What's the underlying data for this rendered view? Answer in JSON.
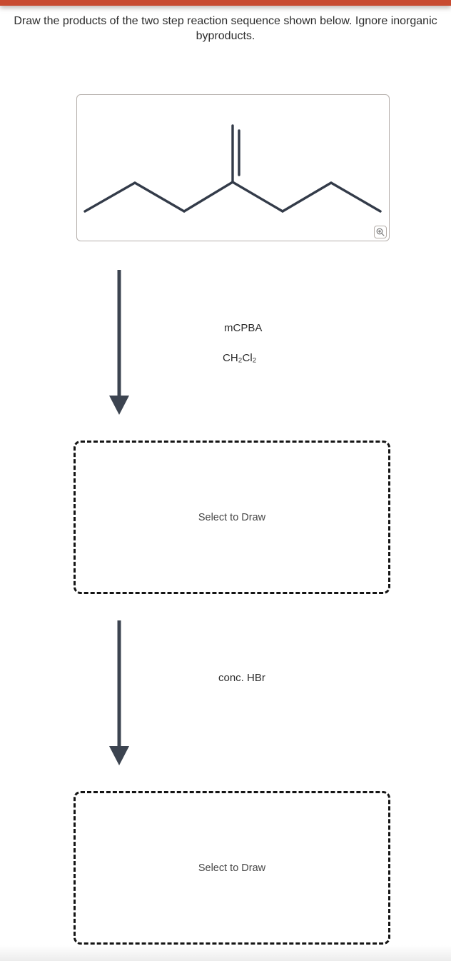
{
  "page": {
    "prompt": "Draw the products of the two step reaction sequence shown below. Ignore inorganic byproducts."
  },
  "colors": {
    "top_bar": "#c84b31",
    "molecule_stroke": "#333b49",
    "arrow": "#3c4450",
    "dashed_border": "#141414",
    "box_border": "#b5afab"
  },
  "reactant": {
    "description": "skeletal structure of 4-methyleneheptane (heptane chain with exocyclic C=CH2 at C4)",
    "zoom_button_icon": "magnifier-plus-icon",
    "molecule": {
      "bonds": [
        [
          11,
          163,
          81,
          123
        ],
        [
          81,
          123,
          150,
          163
        ],
        [
          150,
          163,
          218,
          122
        ],
        [
          218,
          122,
          288,
          163
        ],
        [
          288,
          163,
          356,
          123
        ],
        [
          356,
          123,
          425,
          163
        ],
        [
          218,
          122,
          218,
          43
        ],
        [
          227,
          50,
          227,
          112
        ]
      ]
    }
  },
  "steps": [
    {
      "reagents": [
        "mCPBA",
        "CH₂Cl₂"
      ],
      "target_label": "Select to Draw"
    },
    {
      "reagents": [
        "conc. HBr"
      ],
      "target_label": "Select to Draw"
    }
  ]
}
